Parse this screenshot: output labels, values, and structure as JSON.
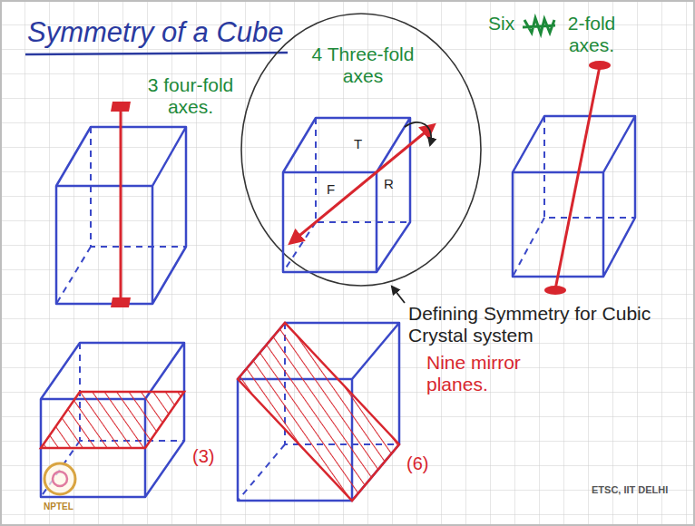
{
  "diagram": {
    "title": "Symmetry of a Cube",
    "labels": [
      "3 four-fold axes.",
      "4 Three-fold axes",
      "Six",
      "2-fold axes.",
      "T",
      "F",
      "R",
      "Defining Symmetry for Cubic Crystal system",
      "Nine mirror planes.",
      "(3)",
      "(6)",
      "ETSC, IIT DELHI",
      "NPTEL"
    ]
  }
}
